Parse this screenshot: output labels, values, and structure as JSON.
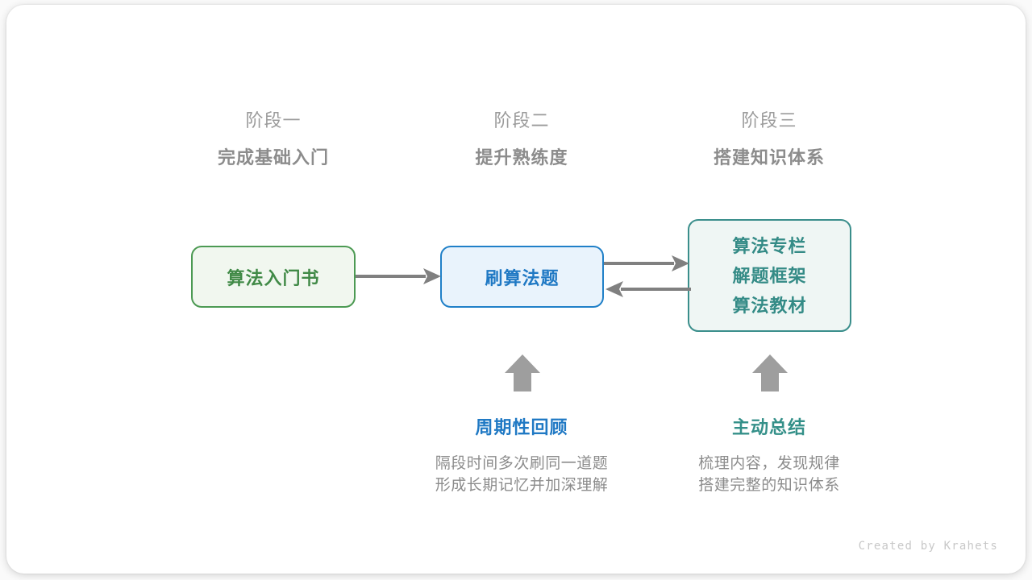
{
  "stages": [
    {
      "index_label": "阶段一",
      "goal_label": "完成基础入门"
    },
    {
      "index_label": "阶段二",
      "goal_label": "提升熟练度"
    },
    {
      "index_label": "阶段三",
      "goal_label": "搭建知识体系"
    }
  ],
  "boxes": [
    {
      "id": "book",
      "lines": [
        "算法入门书"
      ],
      "accent": "#4c9a53",
      "fill": "#f1f7ef",
      "text_color": "#418a47"
    },
    {
      "id": "practice",
      "lines": [
        "刷算法题"
      ],
      "accent": "#2080c8",
      "fill": "#e9f3fc",
      "text_color": "#2079c4"
    },
    {
      "id": "knowledge",
      "lines": [
        "算法专栏",
        "解题框架",
        "算法教材"
      ],
      "accent": "#3a8e8b",
      "fill": "#eff6f4",
      "text_color": "#348b86"
    }
  ],
  "arrows": {
    "color": "#808080",
    "up_color": "#9e9e9e",
    "book_to_practice": "arrow-right",
    "practice_to_knowledge": "arrow-right",
    "knowledge_to_practice": "arrow-left",
    "up_into_practice": "arrow-up",
    "up_into_knowledge": "arrow-up"
  },
  "notes": [
    {
      "id": "review",
      "title": "周期性回顾",
      "body_lines": [
        "隔段时间多次刷同一道题",
        "形成长期记忆并加深理解"
      ],
      "title_color": "#2079c4"
    },
    {
      "id": "summary",
      "title": "主动总结",
      "body_lines": [
        "梳理内容，发现规律",
        "搭建完整的知识体系"
      ],
      "title_color": "#349089"
    }
  ],
  "credit": "Created by Krahets"
}
